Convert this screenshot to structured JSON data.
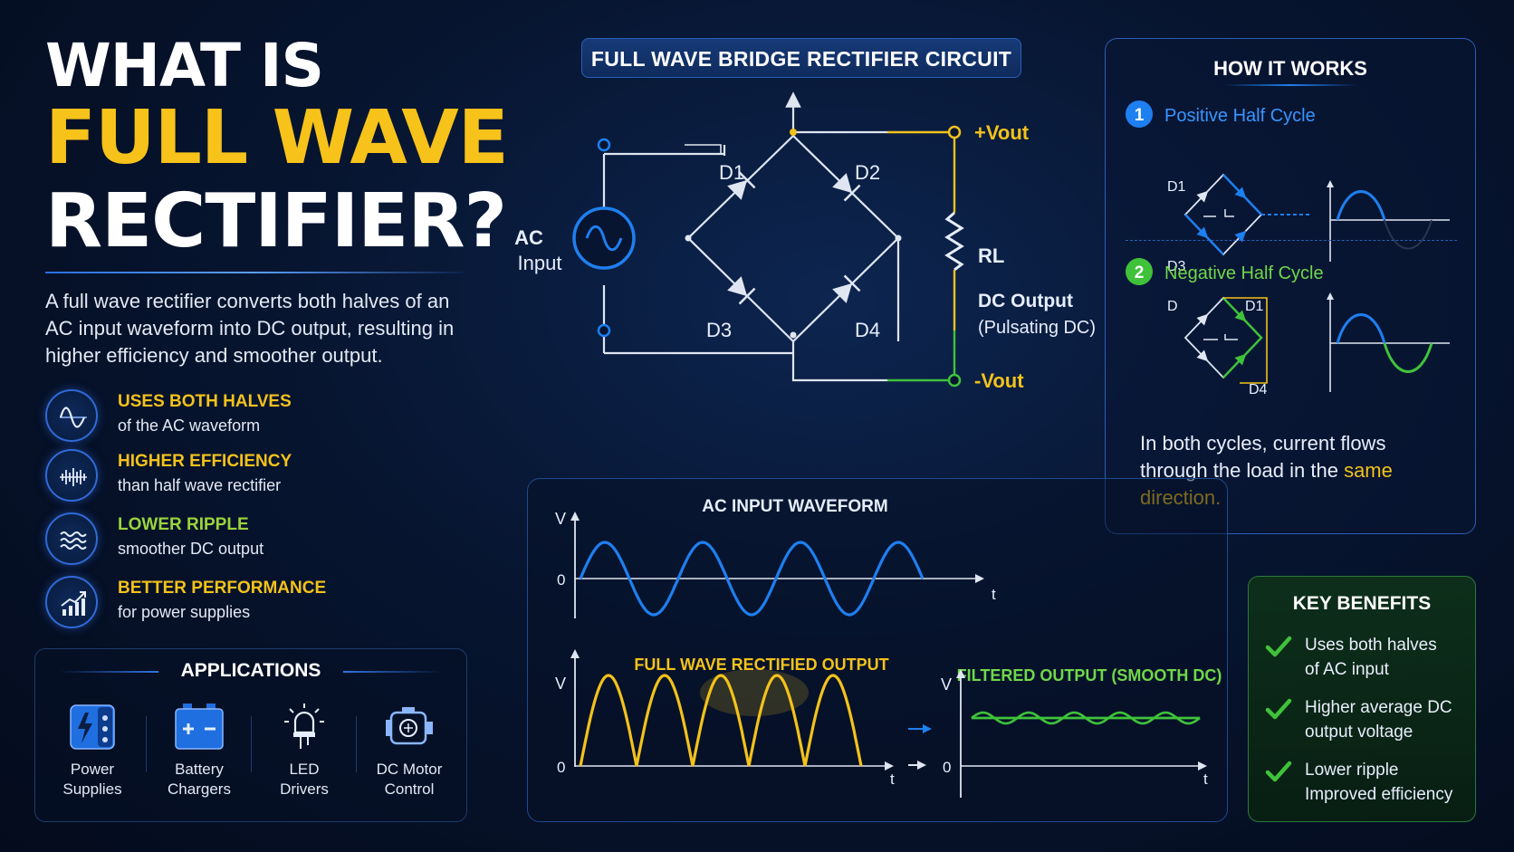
{
  "title": {
    "line1": "WHAT IS",
    "line2": "FULL WAVE",
    "line3": "RECTIFIER?"
  },
  "intro": "A full wave rectifier converts both halves of an AC input waveform into DC output, resulting in higher efficiency and smoother output.",
  "features": [
    {
      "icon": "sine-wave-icon",
      "heading": "USES BOTH HALVES",
      "sub": "of the AC waveform"
    },
    {
      "icon": "oscillation-icon",
      "heading": "HIGHER EFFICIENCY",
      "sub": "than half wave rectifier"
    },
    {
      "icon": "waves-icon",
      "heading": "LOWER RIPPLE",
      "sub": "smoother DC output"
    },
    {
      "icon": "growth-chart-icon",
      "heading": "BETTER PERFORMANCE",
      "sub": "for power supplies"
    }
  ],
  "applications": {
    "title": "APPLICATIONS",
    "items": [
      {
        "icon": "power-supply-icon",
        "line1": "Power",
        "line2": "Supplies"
      },
      {
        "icon": "battery-icon",
        "line1": "Battery",
        "line2": "Chargers"
      },
      {
        "icon": "led-icon",
        "line1": "LED",
        "line2": "Drivers"
      },
      {
        "icon": "motor-icon",
        "line1": "DC Motor",
        "line2": "Control"
      }
    ]
  },
  "circuit": {
    "title": "FULL WAVE BRIDGE RECTIFIER CIRCUIT",
    "ac_label1": "AC",
    "ac_label2": "Input",
    "d1": "D1",
    "d2": "D2",
    "d3": "D3",
    "d4": "D4",
    "vout_pos": "+Vout",
    "vout_neg": "-Vout",
    "rl": "RL",
    "dc_out1": "DC Output",
    "dc_out2": "(Pulsating DC)",
    "colors": {
      "wire": "#dfe6f2",
      "accent": "#1e7ff0",
      "positive": "#f3c21b",
      "negative": "#3fc23a"
    }
  },
  "how_it_works": {
    "title": "HOW IT WORKS",
    "step1_num": "1",
    "step1_label": "Positive Half Cycle",
    "step1_d_top": "D1",
    "step1_d_bottom": "D3",
    "step2_num": "2",
    "step2_label": "Negative Half Cycle",
    "step2_d_left": "D",
    "step2_d_top": "D1",
    "step2_d_bottom": "D4",
    "summary_pre": "In both cycles, current flows through the load in the ",
    "summary_highlight": "same direction."
  },
  "waveforms": {
    "ac_title": "AC INPUT WAVEFORM",
    "full_title": "FULL WAVE RECTIFIED OUTPUT",
    "filtered_title": "FILTERED OUTPUT (SMOOTH DC)",
    "axis_v": "V",
    "axis_t": "t",
    "axis_zero": "0"
  },
  "benefits": {
    "title": "KEY BENEFITS",
    "items": [
      {
        "line1": "Uses both halves",
        "line2": "of AC input"
      },
      {
        "line1": "Higher average DC",
        "line2": "output voltage"
      },
      {
        "line1": "Lower ripple",
        "line2": "Improved efficiency"
      }
    ]
  }
}
